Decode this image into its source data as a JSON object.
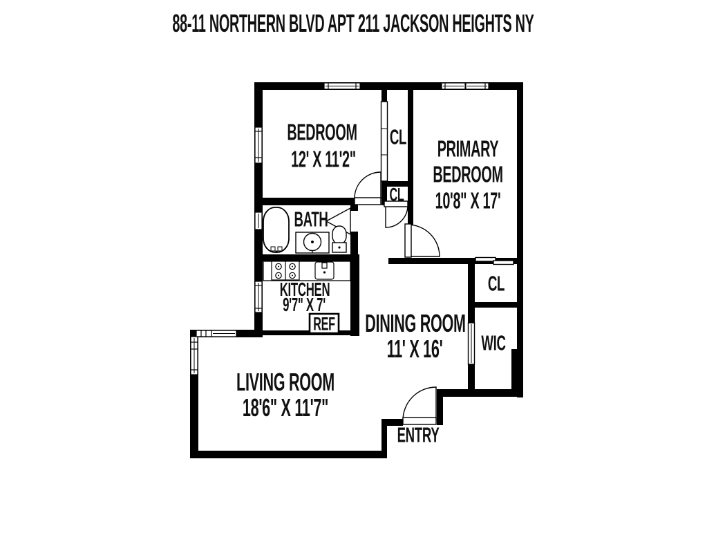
{
  "title": "88-11 NORTHERN BLVD APT 211 JACKSON HEIGHTS NY",
  "colors": {
    "wall": "#000000",
    "background": "#ffffff",
    "text": "#111111"
  },
  "floorplan": {
    "rooms": {
      "bedroom": {
        "label": "BEDROOM",
        "dims": "12' X 11'2\""
      },
      "primary_bedroom": {
        "label_line1": "PRIMARY",
        "label_line2": "BEDROOM",
        "dims": "10'8\" X 17'"
      },
      "bath": {
        "label": "BATH"
      },
      "kitchen": {
        "label": "KITCHEN",
        "dims": "9'7\" X 7'"
      },
      "dining_room": {
        "label": "DINING ROOM",
        "dims": "11' X 16'"
      },
      "living_room": {
        "label": "LIVING ROOM",
        "dims": "18'6\" X 11'7\""
      },
      "entry": {
        "label": "ENTRY"
      },
      "wic": {
        "label": "WIC"
      },
      "closet_bedroom": {
        "label": "CL"
      },
      "closet_hall": {
        "label": "CL"
      },
      "closet_primary": {
        "label": "CL"
      },
      "refrigerator": {
        "label": "REF"
      }
    }
  }
}
